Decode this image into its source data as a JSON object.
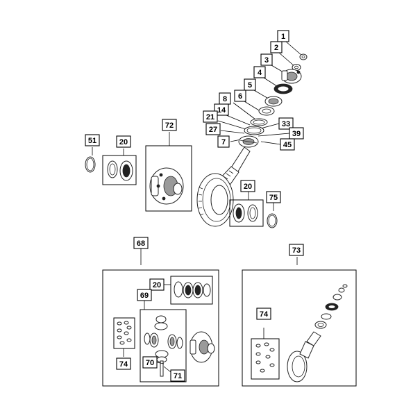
{
  "callouts": {
    "c1": "1",
    "c2": "2",
    "c3": "3",
    "c4": "4",
    "c5": "5",
    "c6": "6",
    "c8": "8",
    "c14": "14",
    "c21": "21",
    "c27": "27",
    "c7": "7",
    "c33": "33",
    "c39": "39",
    "c45": "45",
    "c51": "51",
    "c20a": "20",
    "c72": "72",
    "c20b": "20",
    "c75": "75",
    "c68": "68",
    "c20c": "20",
    "c69": "69",
    "c74a": "74",
    "c70": "70",
    "c71": "71",
    "c73": "73",
    "c74b": "74"
  }
}
